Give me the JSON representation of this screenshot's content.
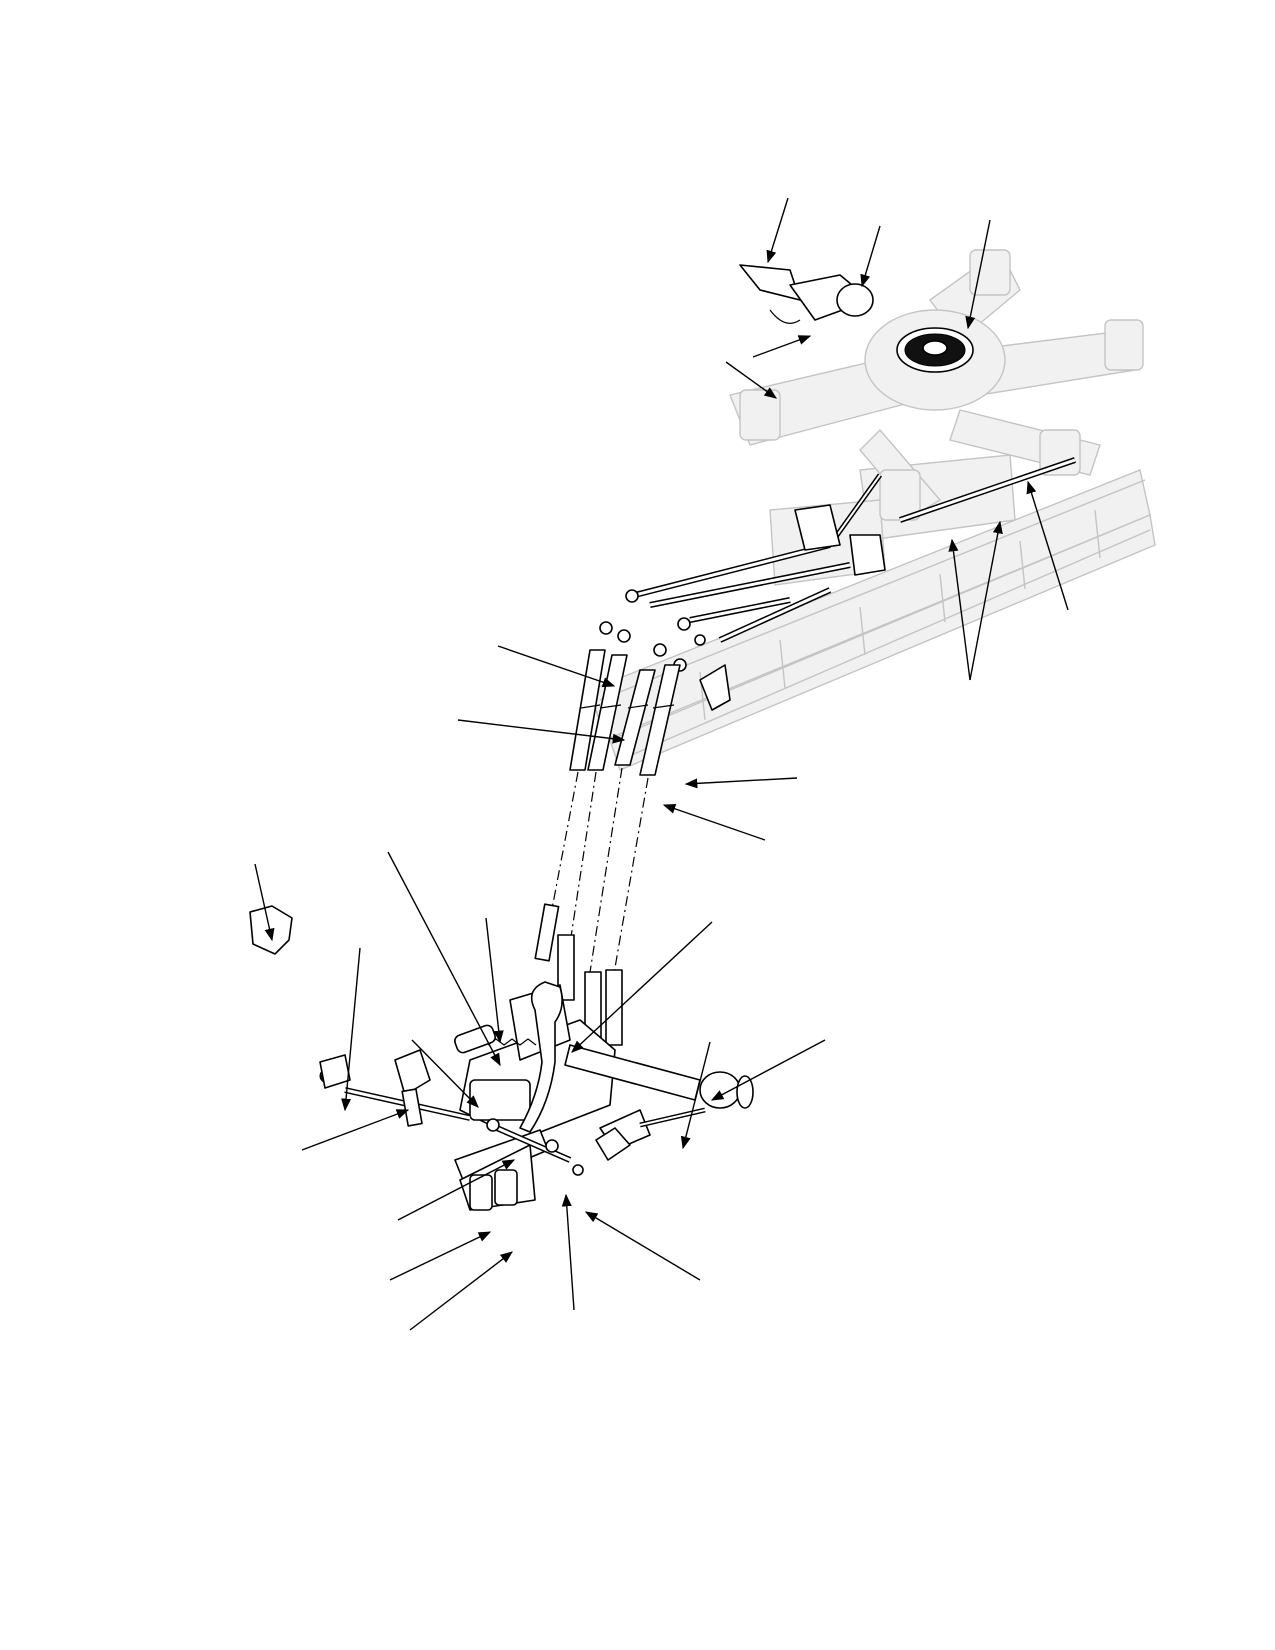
{
  "figure": {
    "description_visible_text": [],
    "leaders": [
      {
        "id": "swashplate-upper-1"
      },
      {
        "id": "swashplate-upper-2"
      },
      {
        "id": "hub-center"
      },
      {
        "id": "pitch-horn-upper"
      },
      {
        "id": "blade-grip-left"
      },
      {
        "id": "hub-arm-right"
      },
      {
        "id": "fuselage-rail-1"
      },
      {
        "id": "fuselage-rail-2"
      },
      {
        "id": "control-tube-1"
      },
      {
        "id": "control-tube-2"
      },
      {
        "id": "control-tube-3"
      },
      {
        "id": "control-tube-4"
      },
      {
        "id": "collective-grip"
      },
      {
        "id": "collective-pivot"
      },
      {
        "id": "mixer-upper-1"
      },
      {
        "id": "mixer-upper-2"
      },
      {
        "id": "mixer-upper-3"
      },
      {
        "id": "cyclic-stick"
      },
      {
        "id": "pedal-assembly-1"
      },
      {
        "id": "pedal-assembly-2"
      },
      {
        "id": "lower-link-1"
      },
      {
        "id": "lower-link-2"
      },
      {
        "id": "lower-link-3"
      },
      {
        "id": "lower-link-4"
      },
      {
        "id": "lower-link-5"
      },
      {
        "id": "lower-link-6"
      }
    ]
  }
}
